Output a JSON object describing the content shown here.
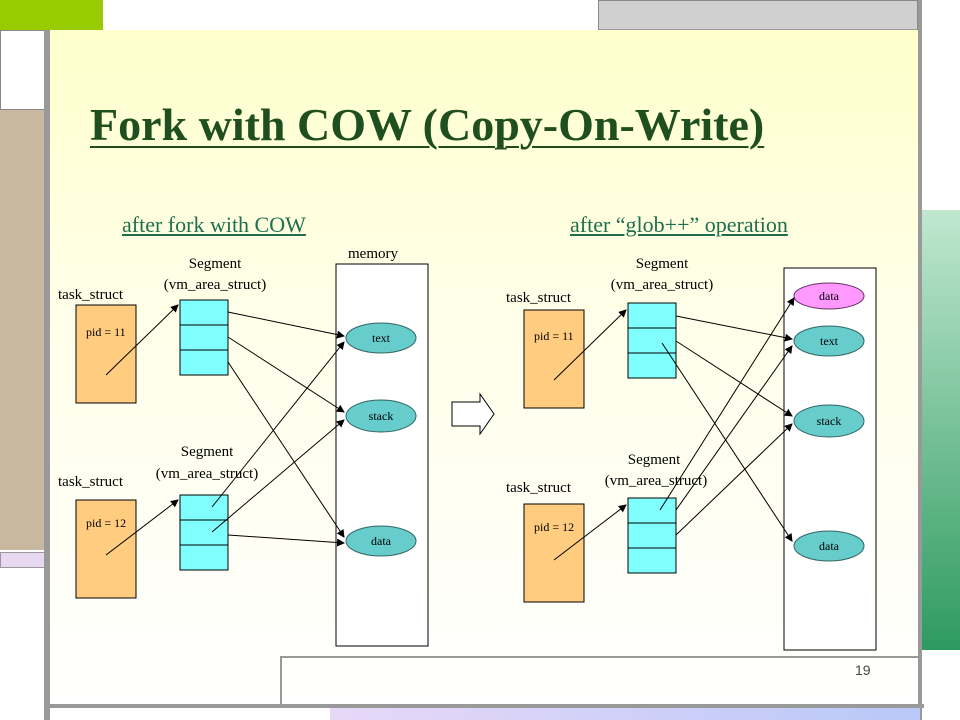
{
  "slide": {
    "title": "Fork with COW (Copy-On-Write)",
    "page_number": "19"
  },
  "left_panel": {
    "heading": "after fork with COW",
    "memory_label": "memory",
    "task1": {
      "label": "task_struct",
      "pid": "pid = 11"
    },
    "task2": {
      "label": "task_struct",
      "pid": "pid = 12"
    },
    "segment1": {
      "line1": "Segment",
      "line2": "(vm_area_struct)"
    },
    "segment2": {
      "line1": "Segment",
      "line2": "(vm_area_struct)"
    },
    "regions": [
      "text",
      "stack",
      "data"
    ]
  },
  "right_panel": {
    "heading": "after “glob++” operation",
    "task1": {
      "label": "task_struct",
      "pid": "pid = 11"
    },
    "task2": {
      "label": "task_struct",
      "pid": "pid = 12"
    },
    "segment1": {
      "line1": "Segment",
      "line2": "(vm_area_struct)"
    },
    "segment2": {
      "line1": "Segment",
      "line2": "(vm_area_struct)"
    },
    "regions": [
      "data",
      "text",
      "stack",
      "data"
    ]
  },
  "colors": {
    "slide_bg": "#ffffe8",
    "task_fill": "#ffcc80",
    "segment_fill": "#80ffff",
    "oval_fill": "#66cccc",
    "data_oval_fill": "#ff99ff",
    "title_color": "#1f4f1f",
    "accent_green": "#3aa06a"
  }
}
